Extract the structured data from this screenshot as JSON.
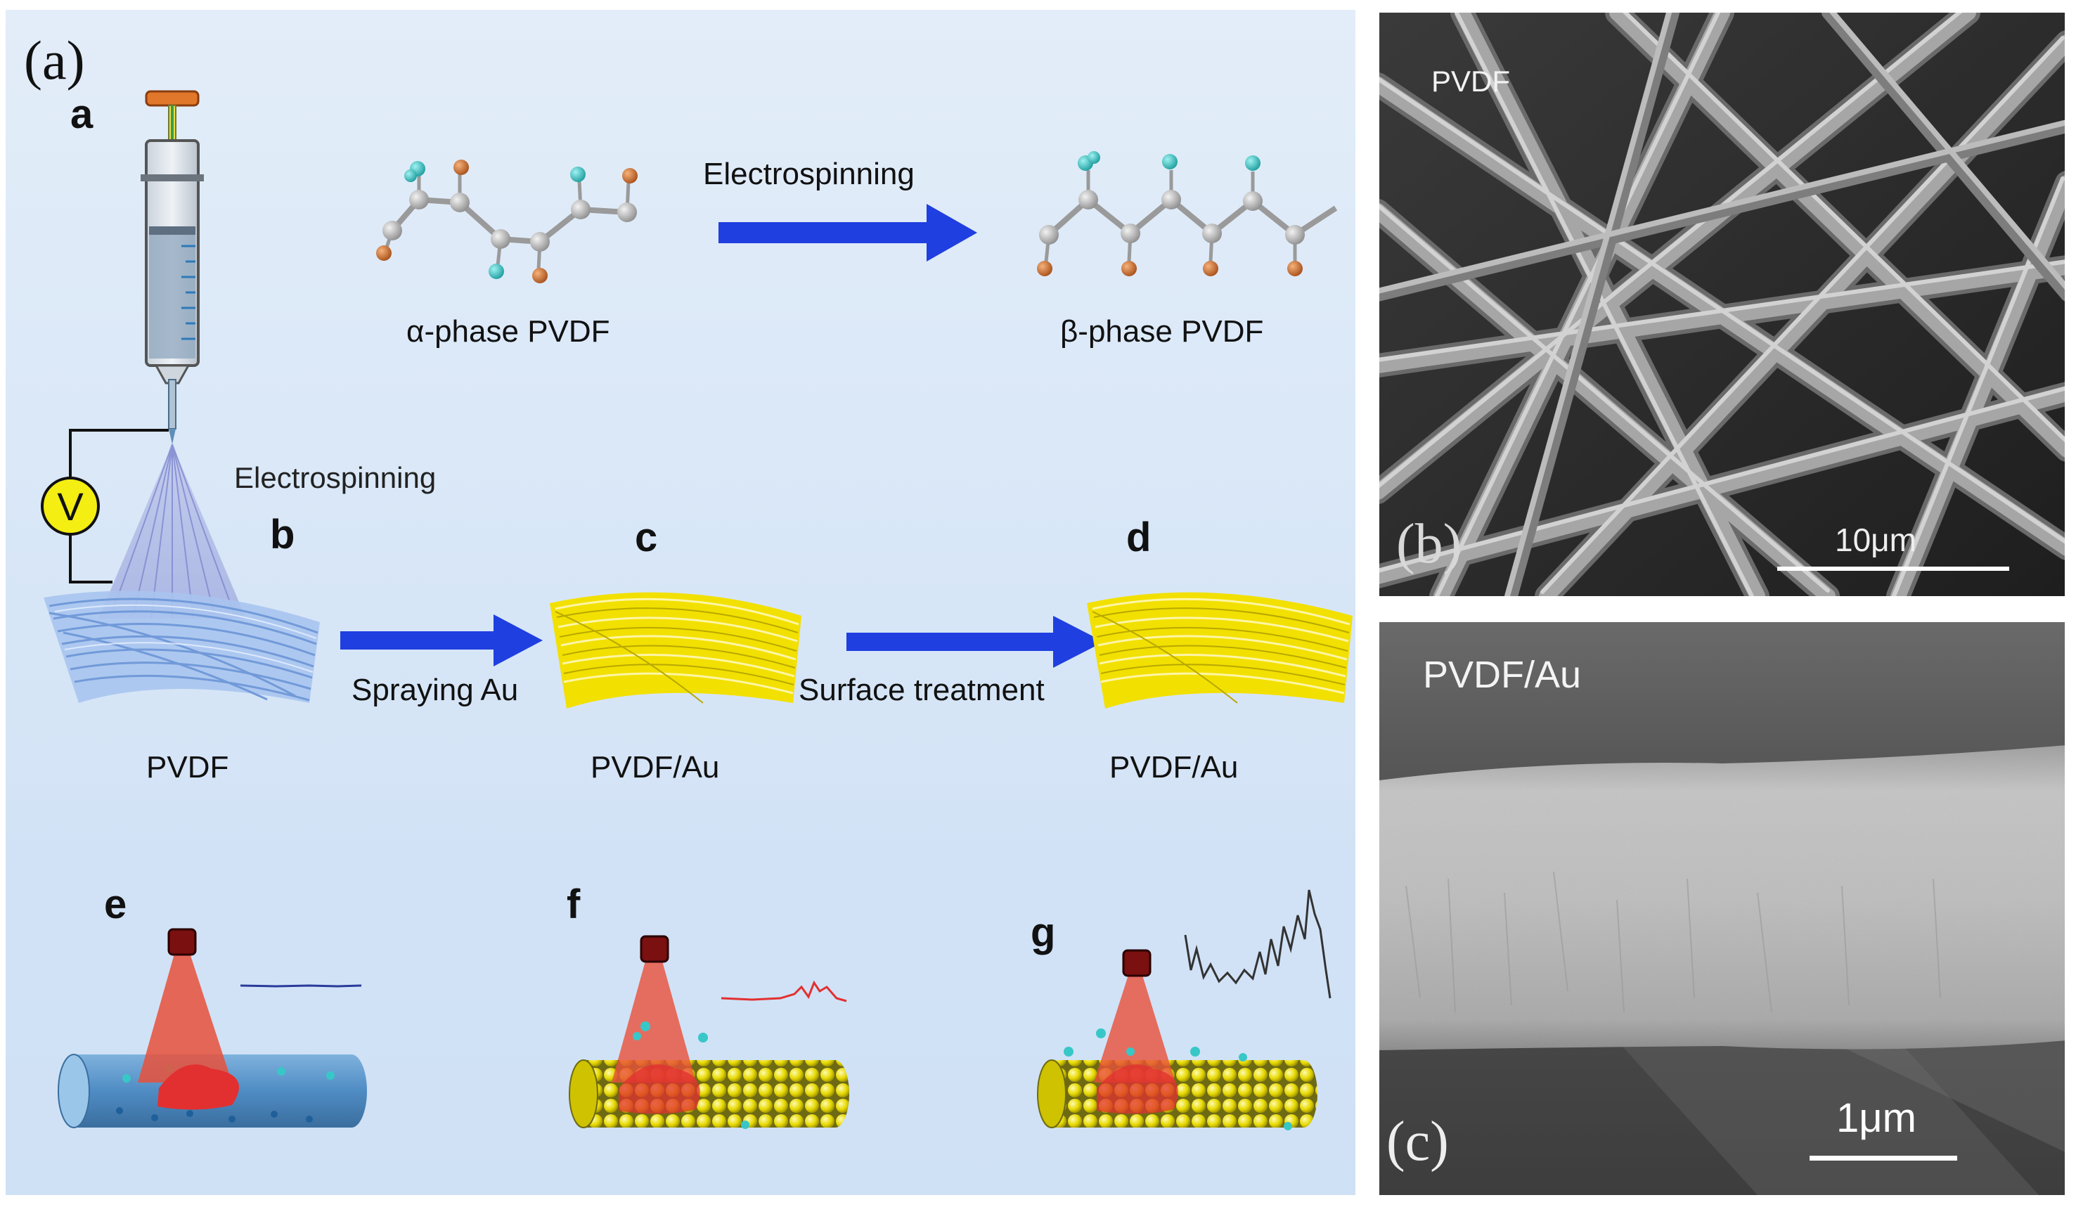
{
  "panel_a": {
    "panel_label": "(a)",
    "colors": {
      "background": "#dce9f8",
      "arrow": "#1f3fe0",
      "gold": "#f2e000",
      "fiber_blue": "#8db4e8",
      "carbon": "#b8b8b8",
      "fluorine": "#39c9c9",
      "hydrogen": "#d9782b",
      "laser": "#e23030"
    },
    "syringe": {
      "step_label": "a",
      "voltage_symbol": "V",
      "process_label": "Electrospinning"
    },
    "molecules": {
      "alpha_label": "α-phase  PVDF",
      "arrow_label": "Electrospinning",
      "beta_label": "β-phase PVDF"
    },
    "mats": {
      "b": {
        "letter": "b",
        "caption": "PVDF"
      },
      "arrow_bc": "Spraying Au",
      "c": {
        "letter": "c",
        "caption": "PVDF/Au"
      },
      "arrow_cd": "Surface treatment",
      "d": {
        "letter": "d",
        "caption": "PVDF/Au"
      }
    },
    "sers": {
      "e": "e",
      "f": "f",
      "g": "g"
    }
  },
  "panel_b": {
    "panel_label": "(b)",
    "sample_label": "PVDF",
    "scale_label": "10μm"
  },
  "panel_c": {
    "panel_label": "(c)",
    "sample_label": "PVDF/Au",
    "scale_label": "1μm"
  }
}
